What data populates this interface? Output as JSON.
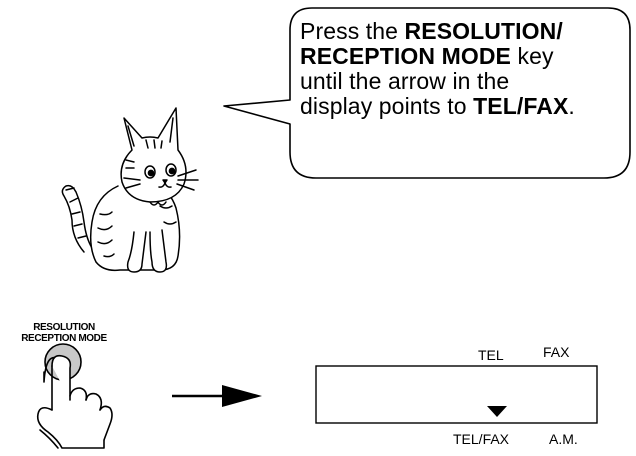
{
  "bubble": {
    "line1_pre": "Press the ",
    "line1_bold": "RESOLUTION/",
    "line2_bold": "RECEPTION MODE",
    "line2_post": " key",
    "line3": "until the arrow in the",
    "line4_pre": "display points to ",
    "line4_bold": "TEL/FAX",
    "line4_post": "."
  },
  "key": {
    "label_line1": "RESOLUTION",
    "label_line2": "RECEPTION MODE",
    "button_color": "#c8c8c8"
  },
  "display": {
    "top_labels": [
      "TEL",
      "FAX"
    ],
    "bottom_labels": [
      "TEL/FAX",
      "A.M."
    ],
    "indicator": "down-arrow-indicator"
  },
  "icons": {
    "mascot": "cat-icon",
    "hand": "pointing-hand-icon",
    "arrow": "right-arrow-icon"
  }
}
